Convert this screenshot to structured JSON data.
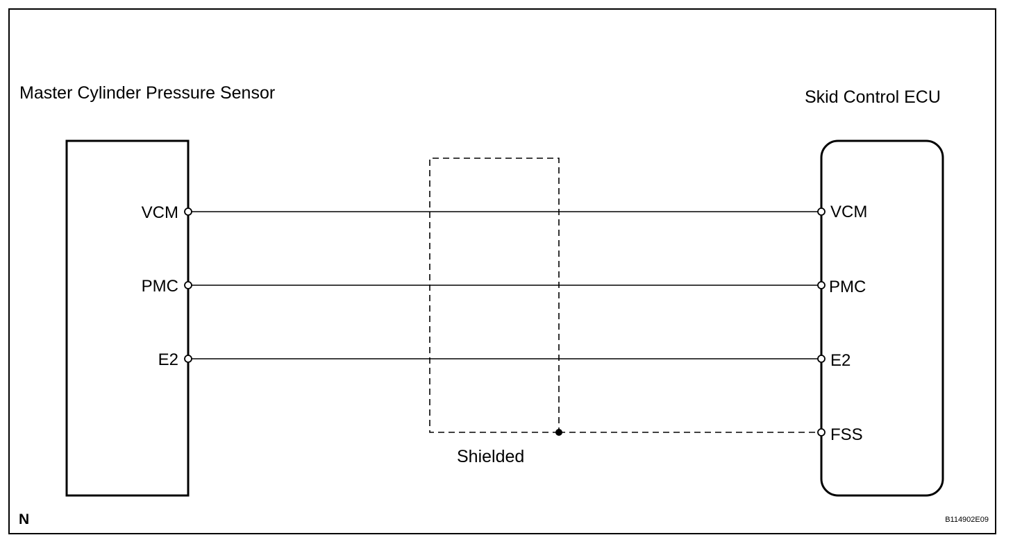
{
  "diagram": {
    "sensor_title": "Master Cylinder Pressure Sensor",
    "ecu_title": "Skid Control ECU",
    "sensor_pins": [
      "VCM",
      "PMC",
      "E2"
    ],
    "ecu_pins": [
      "VCM",
      "PMC",
      "E2",
      "FSS"
    ],
    "shield_label": "Shielded",
    "corner_mark": "N",
    "figure_code": "B114902E09"
  }
}
